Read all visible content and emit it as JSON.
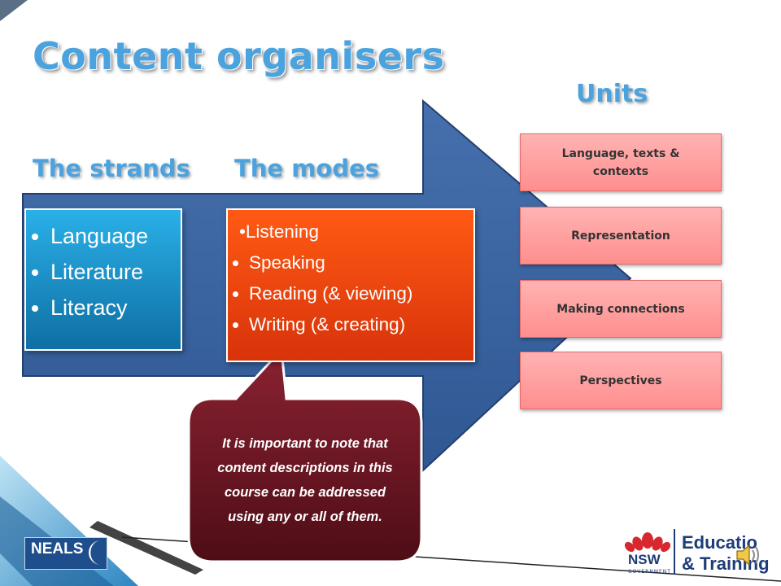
{
  "title": "Content organisers",
  "headings": {
    "units": "Units",
    "strands": "The strands",
    "modes": "The modes"
  },
  "strands": [
    "Language",
    "Literature",
    "Literacy"
  ],
  "modes": [
    "Listening",
    "Speaking",
    "Reading (& viewing)",
    "Writing (& creating)"
  ],
  "units": [
    "Language, texts & contexts",
    "Representation",
    "Making connections",
    "Perspectives"
  ],
  "callout": "It is important to note that content descriptions in this course can be addressed using any or all of them.",
  "logos": {
    "neals": "NEALS",
    "nsw": "NSW",
    "nsw_sub": "GOVERNMENT",
    "edu_line1": "Educatio",
    "edu_line2": "& Training"
  },
  "icons": [
    "speaker-icon",
    "waratah-icon"
  ],
  "colors": {
    "title": "#4aa3df",
    "arrow": "#3a62a0",
    "strands": "#1b8fcc",
    "modes": "#f24a10",
    "units": "#ff9e9e",
    "callout": "#6b1420"
  }
}
